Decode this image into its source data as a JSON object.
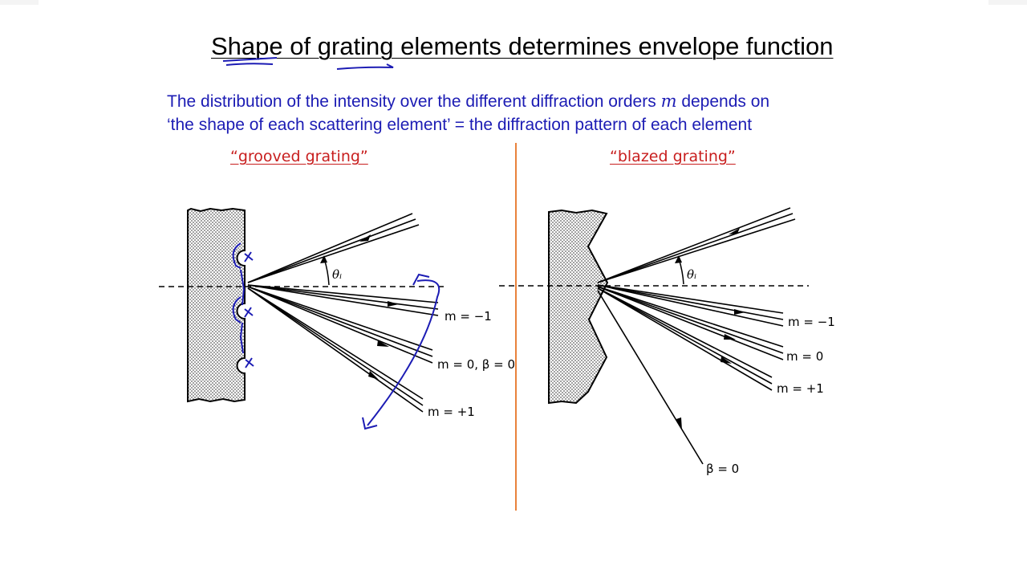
{
  "slide": {
    "title": "Shape of grating elements determines envelope function",
    "subtitle_line1_pre": "The distribution of the intensity over the different diffraction orders ",
    "subtitle_line1_var": "m",
    "subtitle_line1_post": " depends on",
    "subtitle_line2": "‘the shape of each scattering element’ = the diffraction pattern of each element"
  },
  "left_panel": {
    "label": "“grooved grating”",
    "angle_label": "θᵢ",
    "orders": [
      "m = −1",
      "m = 0, β = 0",
      "m = +1"
    ]
  },
  "right_panel": {
    "label": "“blazed grating”",
    "angle_label": "θᵢ",
    "orders": [
      "m = −1",
      "m = 0",
      "m = +1"
    ],
    "beta_label": "β = 0"
  },
  "colors": {
    "title": "#000000",
    "subtitle": "#1c1cb4",
    "panel_label": "#c81e1e",
    "divider": "#e9823c",
    "annotation_ink": "#1c1cb4"
  }
}
